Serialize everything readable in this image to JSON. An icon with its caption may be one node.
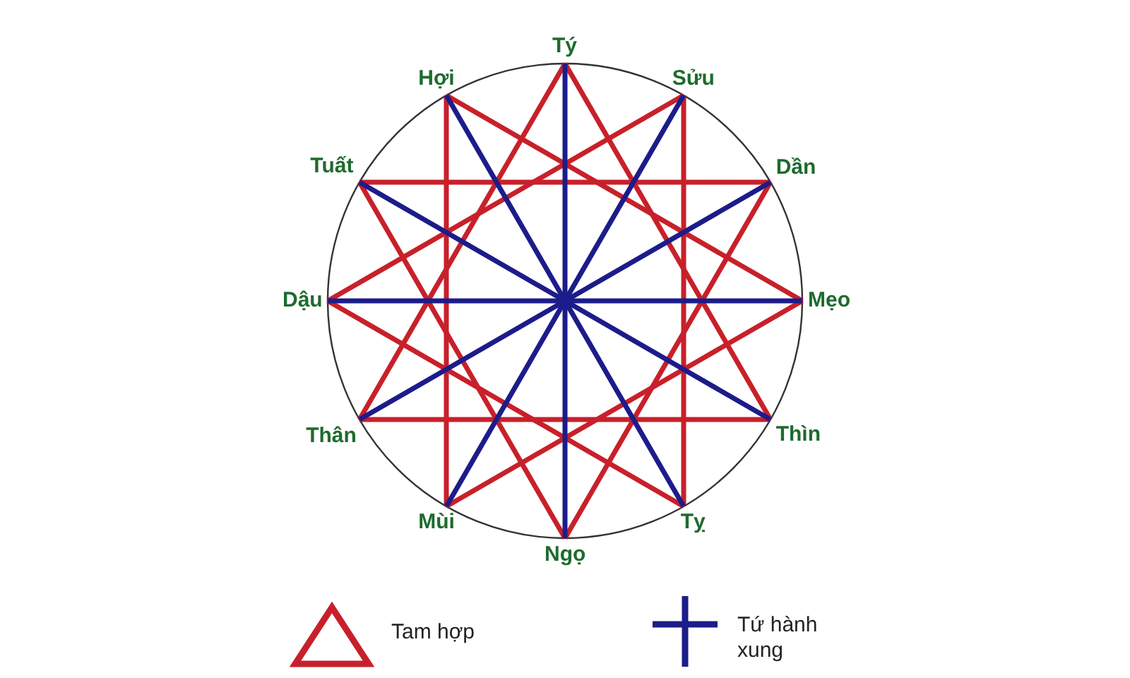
{
  "diagram": {
    "nodes": [
      {
        "text": [
          "Tý"
        ]
      },
      {
        "text": [
          "Sửu"
        ]
      },
      {
        "text": [
          "Dần"
        ]
      },
      {
        "text": [
          "Mẹo"
        ]
      },
      {
        "text": [
          "Thìn"
        ]
      },
      {
        "text": [
          "Tỵ"
        ]
      },
      {
        "text": [
          "Ngọ"
        ]
      },
      {
        "text": [
          "Mùi"
        ]
      },
      {
        "text": [
          "Thân"
        ]
      },
      {
        "text": [
          "Dậu"
        ]
      },
      {
        "text": [
          "Tuất"
        ]
      },
      {
        "text": [
          "Hợi"
        ]
      }
    ],
    "edges": [
      {
        "from": 0,
        "to": 4,
        "arrow": "none"
      },
      {
        "from": 4,
        "to": 8,
        "arrow": "none"
      },
      {
        "from": 8,
        "to": 0,
        "arrow": "none"
      },
      {
        "from": 1,
        "to": 5,
        "arrow": "none"
      },
      {
        "from": 5,
        "to": 9,
        "arrow": "none"
      },
      {
        "from": 9,
        "to": 1,
        "arrow": "none"
      },
      {
        "from": 2,
        "to": 6,
        "arrow": "none"
      },
      {
        "from": 6,
        "to": 10,
        "arrow": "none"
      },
      {
        "from": 10,
        "to": 2,
        "arrow": "none"
      },
      {
        "from": 3,
        "to": 7,
        "arrow": "none"
      },
      {
        "from": 7,
        "to": 11,
        "arrow": "none"
      },
      {
        "from": 11,
        "to": 3,
        "arrow": "none"
      },
      {
        "from": 0,
        "to": 6,
        "arrow": "none",
        "color": "#1c1c8a"
      },
      {
        "from": 1,
        "to": 7,
        "arrow": "none",
        "color": "#1c1c8a"
      },
      {
        "from": 2,
        "to": 8,
        "arrow": "none",
        "color": "#1c1c8a"
      },
      {
        "from": 3,
        "to": 9,
        "arrow": "none",
        "color": "#1c1c8a"
      },
      {
        "from": 4,
        "to": 10,
        "arrow": "none",
        "color": "#1c1c8a"
      },
      {
        "from": 5,
        "to": 11,
        "arrow": "none",
        "color": "#1c1c8a"
      }
    ],
    "legend": [
      {
        "text": "Tam hợp"
      },
      {
        "text": "Tứ hành xung"
      }
    ]
  }
}
